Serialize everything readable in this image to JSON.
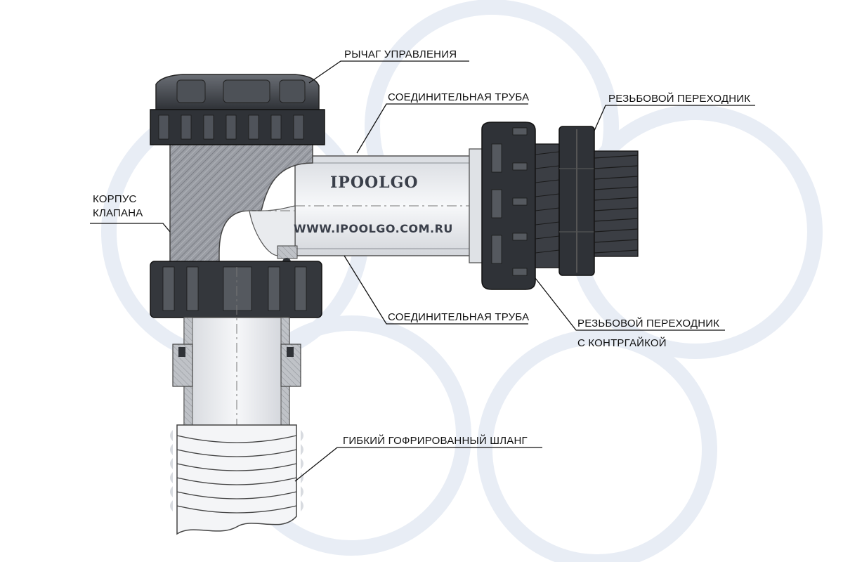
{
  "watermark": {
    "brand": "IPOOLGO",
    "url": "WWW.IPOOLGO.COM.RU"
  },
  "labels": {
    "control_lever": "РЫЧАГ УПРАВЛЕНИЯ",
    "connecting_pipe_top": "СОЕДИНИТЕЛЬНАЯ ТРУБА",
    "threaded_adapter": "РЕЗЬБОВОЙ ПЕРЕХОДНИК",
    "valve_body_line1": "КОРПУС",
    "valve_body_line2": "КЛАПАНА",
    "connecting_pipe_bottom": "СОЕДИНИТЕЛЬНАЯ ТРУБА",
    "threaded_adapter_locknut_line1": "РЕЗЬБОВОЙ ПЕРЕХОДНИК",
    "threaded_adapter_locknut_line2": "С КОНТРГАЙКОЙ",
    "flexible_hose": "ГИБКИЙ ГОФРИРОВАННЫЙ ШЛАНГ"
  },
  "colors": {
    "dark_plastic": "#3b3e44",
    "mid_plastic": "#5b5f66",
    "body_hatch": "#8e9198",
    "pipe_fill": "#eef0f3",
    "bg_rings": "#e6ebf3"
  }
}
